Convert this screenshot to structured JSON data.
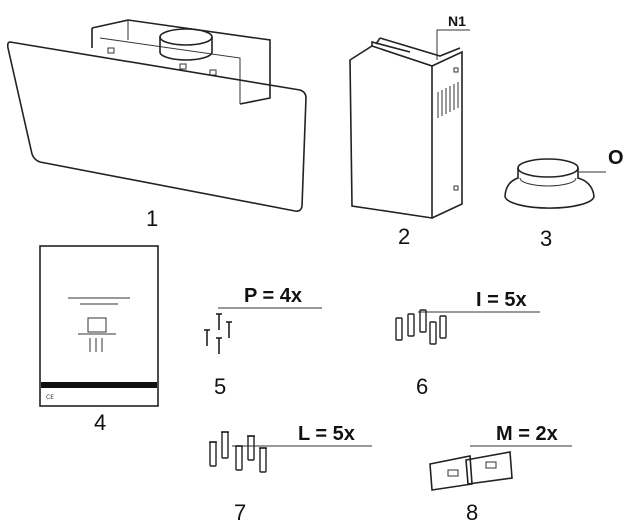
{
  "items": {
    "hood": {
      "number": "1"
    },
    "chimney": {
      "number": "2",
      "callout": "N1"
    },
    "flange": {
      "number": "3",
      "callout": "O"
    },
    "manual": {
      "number": "4"
    },
    "screws_p": {
      "number": "5",
      "callout": "P = 4x"
    },
    "plugs_i": {
      "number": "6",
      "callout": "I = 5x"
    },
    "screws_l": {
      "number": "7",
      "callout": "L = 5x"
    },
    "brackets_m": {
      "number": "8",
      "callout": "M = 2x"
    }
  },
  "manual_cover": {
    "ce_mark": "CE"
  }
}
